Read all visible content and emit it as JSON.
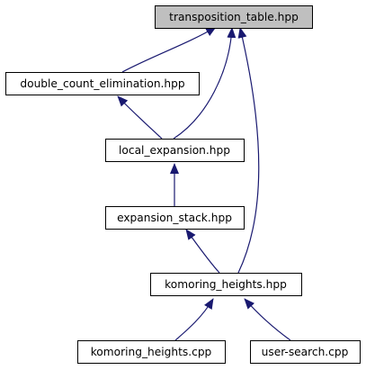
{
  "diagram": {
    "type": "include dependency graph",
    "colors": {
      "edge": "#191970",
      "node_border": "#000000",
      "root_fill": "#bfbfbf",
      "node_fill": "#ffffff"
    },
    "nodes": [
      {
        "id": "transposition_table",
        "label": "transposition_table.hpp",
        "root": true
      },
      {
        "id": "double_count_elimination",
        "label": "double_count_elimination.hpp"
      },
      {
        "id": "local_expansion",
        "label": "local_expansion.hpp"
      },
      {
        "id": "expansion_stack",
        "label": "expansion_stack.hpp"
      },
      {
        "id": "komoring_heights_hpp",
        "label": "komoring_heights.hpp"
      },
      {
        "id": "komoring_heights_cpp",
        "label": "komoring_heights.cpp"
      },
      {
        "id": "user_search",
        "label": "user-search.cpp"
      }
    ],
    "edges": [
      {
        "from": "double_count_elimination",
        "to": "transposition_table"
      },
      {
        "from": "local_expansion",
        "to": "transposition_table"
      },
      {
        "from": "komoring_heights_hpp",
        "to": "transposition_table"
      },
      {
        "from": "local_expansion",
        "to": "double_count_elimination"
      },
      {
        "from": "expansion_stack",
        "to": "local_expansion"
      },
      {
        "from": "komoring_heights_hpp",
        "to": "expansion_stack"
      },
      {
        "from": "komoring_heights_cpp",
        "to": "komoring_heights_hpp"
      },
      {
        "from": "user_search",
        "to": "komoring_heights_hpp"
      }
    ]
  }
}
